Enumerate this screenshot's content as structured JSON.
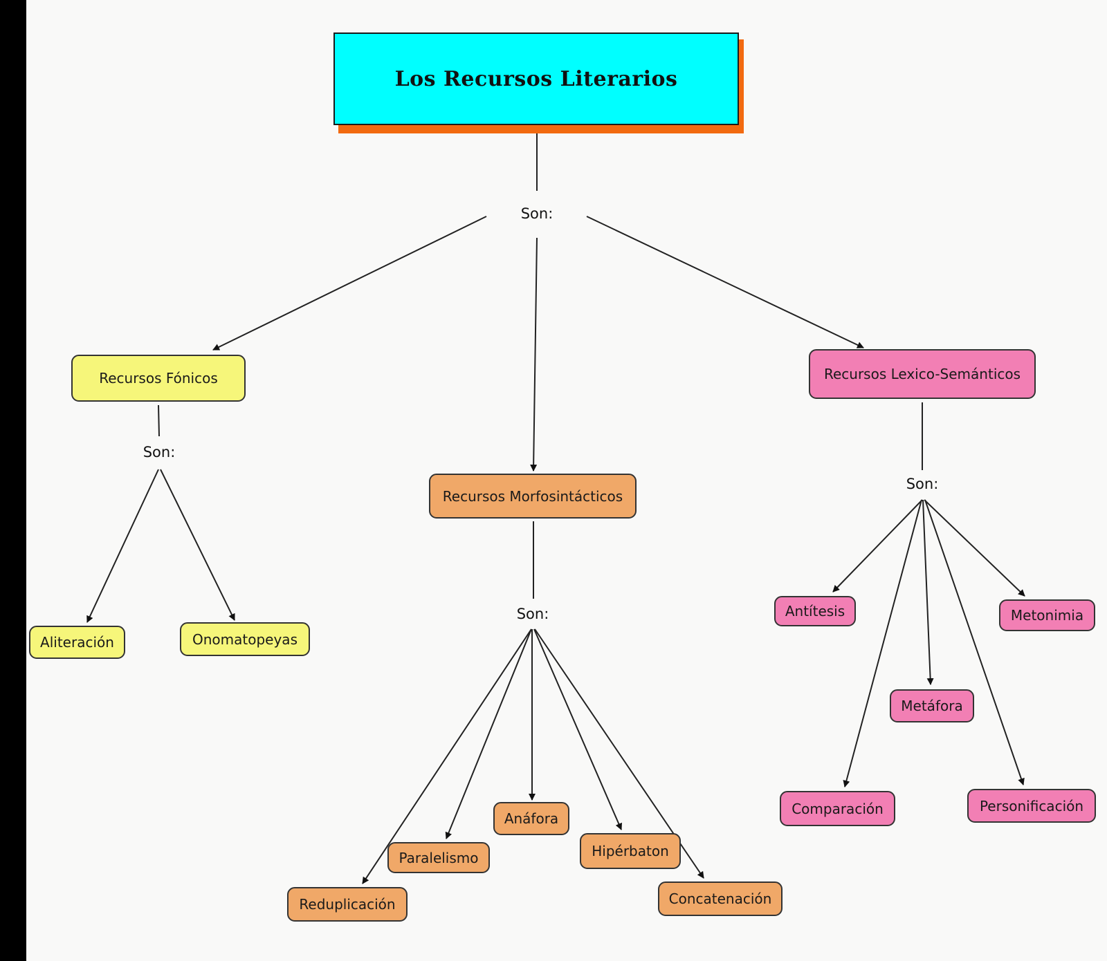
{
  "title": "Los Recursos Literarios",
  "colors": {
    "title_fill": "#00ffff",
    "title_shadow": "#f26a10",
    "yellow": "#f6f67a",
    "orange": "#f0a868",
    "pink": "#f27fb4"
  },
  "linking_phrase": "Son:",
  "categories": {
    "fonicos": {
      "label": "Recursos Fónicos",
      "items": {
        "aliteracion": "Aliteración",
        "onomatopeyas": "Onomatopeyas"
      }
    },
    "morfosintacticos": {
      "label": "Recursos Morfosintácticos",
      "items": {
        "reduplicacion": "Reduplicación",
        "paralelismo": "Paralelismo",
        "anafora": "Anáfora",
        "hiperbaton": "Hipérbaton",
        "concatenacion": "Concatenación"
      }
    },
    "lexico_semanticos": {
      "label": "Recursos Lexico-Semánticos",
      "items": {
        "antitesis": "Antítesis",
        "metafora": "Metáfora",
        "metonimia": "Metonimia",
        "comparacion": "Comparación",
        "personificacion": "Personificación"
      }
    }
  }
}
